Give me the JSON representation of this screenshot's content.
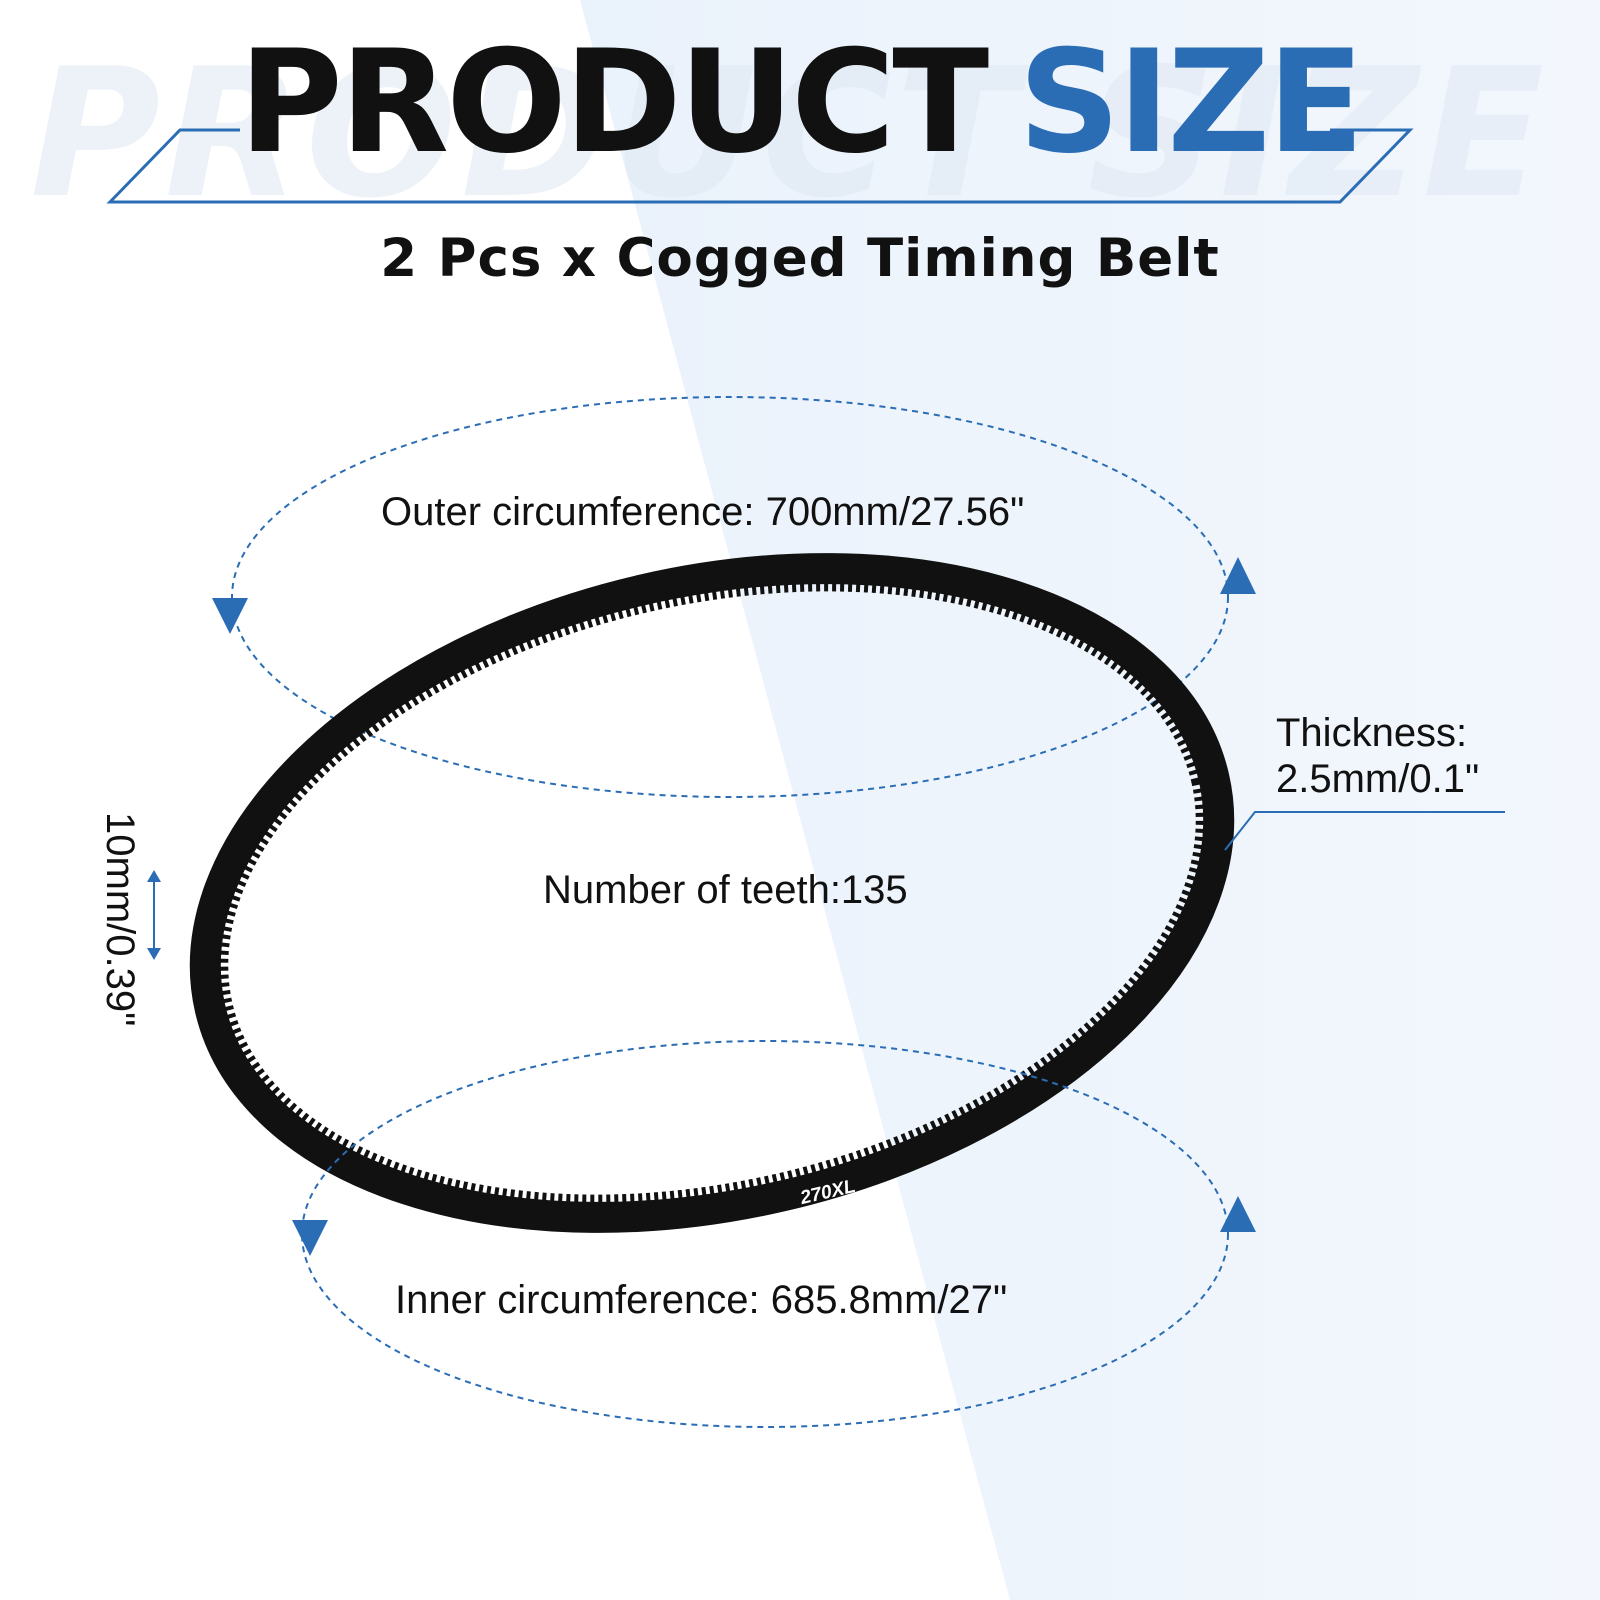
{
  "header": {
    "watermark": "PRODUCT SIZE",
    "title_word1": "PRODUCT",
    "title_word2": "SIZE",
    "subtitle": "2 Pcs x Cogged Timing Belt"
  },
  "belt": {
    "marking": "270XL"
  },
  "dimensions": {
    "outer_circumference": "Outer circumference: 700mm/27.56\"",
    "teeth": "Number of teeth:135",
    "inner_circumference": "Inner circumference: 685.8mm/27\"",
    "thickness_line1": "Thickness:",
    "thickness_line2": "2.5mm/0.1\"",
    "width": "10mm/0.39\""
  },
  "colors": {
    "accent": "#2a6db5",
    "belt": "#111111",
    "background_tint": "#eef4fc"
  }
}
